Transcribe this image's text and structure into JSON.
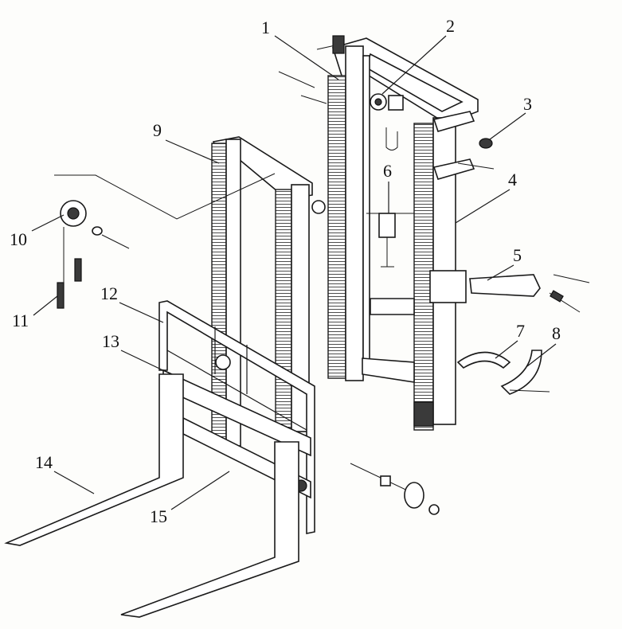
{
  "diagram": {
    "type": "exploded-parts-view",
    "callouts": [
      "1",
      "2",
      "3",
      "4",
      "5",
      "6",
      "7",
      "8",
      "9",
      "10",
      "11",
      "12",
      "13",
      "14",
      "15"
    ]
  }
}
